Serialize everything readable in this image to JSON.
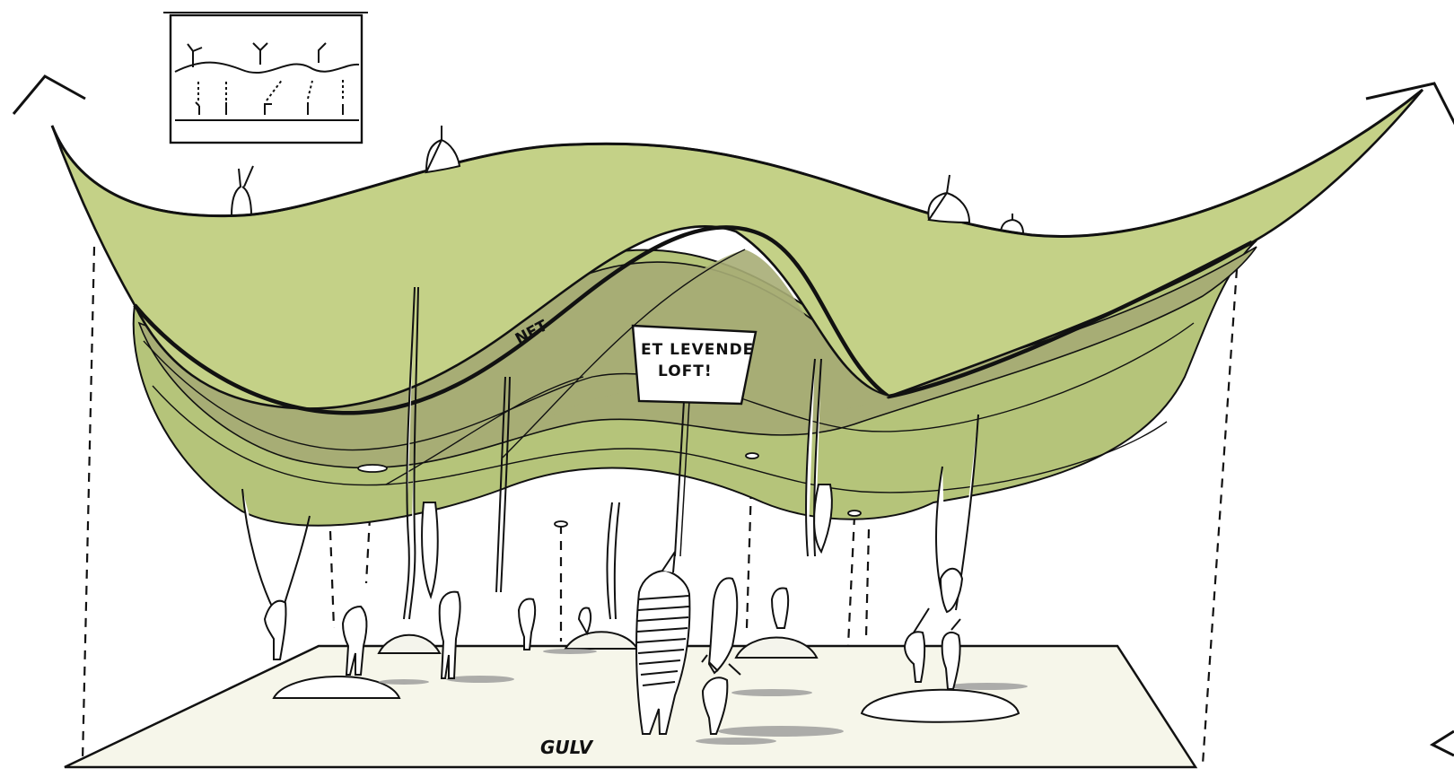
{
  "labels": {
    "net": "NET",
    "sign_line1": "ET LEVENDE",
    "sign_line2": "LOFT!",
    "floor": "GULV"
  },
  "colors": {
    "net_light": "#c4d187",
    "net_mid": "#b5c47a",
    "net_dark": "#a7ad75",
    "floor": "#f6f6ea",
    "ink": "#111111",
    "shadow": "#9a9a9a"
  }
}
